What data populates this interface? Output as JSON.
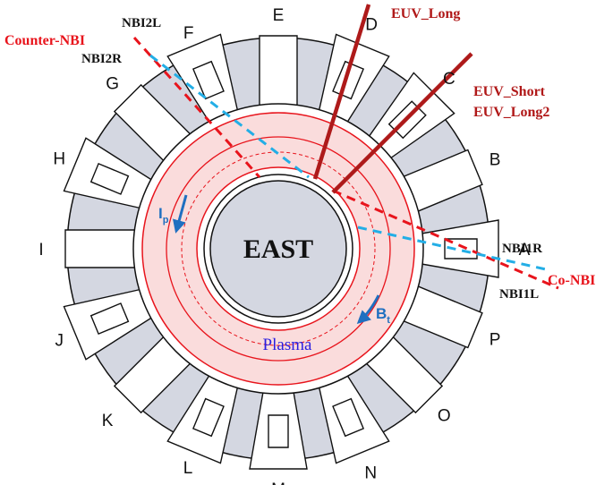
{
  "device": {
    "name": "EAST"
  },
  "plasma": {
    "label": "Plasma"
  },
  "currents": {
    "plasma_current": {
      "symbol": "I",
      "subscript": "p"
    },
    "toroidal_field": {
      "symbol": "B",
      "subscript": "t"
    }
  },
  "ports": [
    "A",
    "B",
    "C",
    "D",
    "E",
    "F",
    "G",
    "H",
    "I",
    "J",
    "K",
    "L",
    "M",
    "N",
    "O",
    "P"
  ],
  "beams": {
    "counter_nbi": "Counter-NBI",
    "co_nbi": "Co-NBI",
    "nbi2l": "NBI2L",
    "nbi2r": "NBI2R",
    "nbi1r": "NBI1R",
    "nbi1l": "NBI1L"
  },
  "euv": {
    "long": "EUV_Long",
    "short": "EUV_Short",
    "long2": "EUV_Long2"
  },
  "colors": {
    "vessel_fill": "#d4d7e1",
    "plasma_fill": "#fadcdc",
    "red_line": "#e8141c",
    "blue_dash": "#23aee6",
    "euv_line": "#ae1a1a",
    "current_arrow": "#1f6fc0",
    "plasma_text": "#2a1ee0"
  }
}
